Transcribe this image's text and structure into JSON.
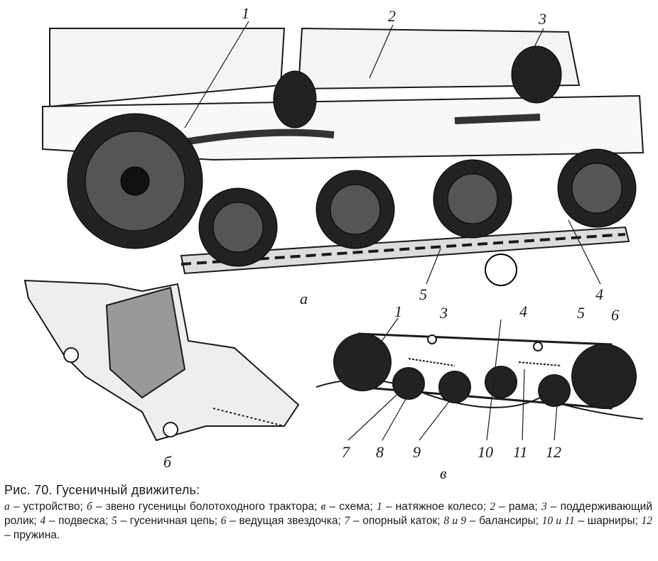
{
  "figure": {
    "labels_a": {
      "n1": "1",
      "n2": "2",
      "n3": "3",
      "n4": "4",
      "n5": "5",
      "letter": "а"
    },
    "label_b": "б",
    "labels_v": {
      "n1": "1",
      "n3": "3",
      "n4": "4",
      "n5": "5",
      "n6": "6",
      "n7": "7",
      "n8": "8",
      "n9": "9",
      "n10": "10",
      "n11": "11",
      "n12": "12",
      "letter": "в"
    }
  },
  "caption": {
    "title": "Рис. 70. Гусеничный движитель:",
    "items": [
      {
        "key": "а",
        "text": " – устройство; "
      },
      {
        "key": "б",
        "text": " – звено гусеницы болотоходного трактора; "
      },
      {
        "key": "в",
        "text": " – схема; "
      },
      {
        "key": "1",
        "text": " – натяжное колесо; "
      },
      {
        "key": "2",
        "text": " – рама; "
      },
      {
        "key": "3",
        "text": " – поддерживающий ролик; "
      },
      {
        "key": "4",
        "text": " – подвеска; "
      },
      {
        "key": "5",
        "text": " – гусеничная цепь; "
      },
      {
        "key": "6",
        "text": " – ведущая звездочка; "
      },
      {
        "key": "7",
        "text": " – опорный каток; "
      },
      {
        "key": "8 и 9",
        "text": " – балансиры; "
      },
      {
        "key": "10 и 11",
        "text": " – шарниры; "
      },
      {
        "key": "12",
        "text": " – пружина."
      }
    ]
  }
}
